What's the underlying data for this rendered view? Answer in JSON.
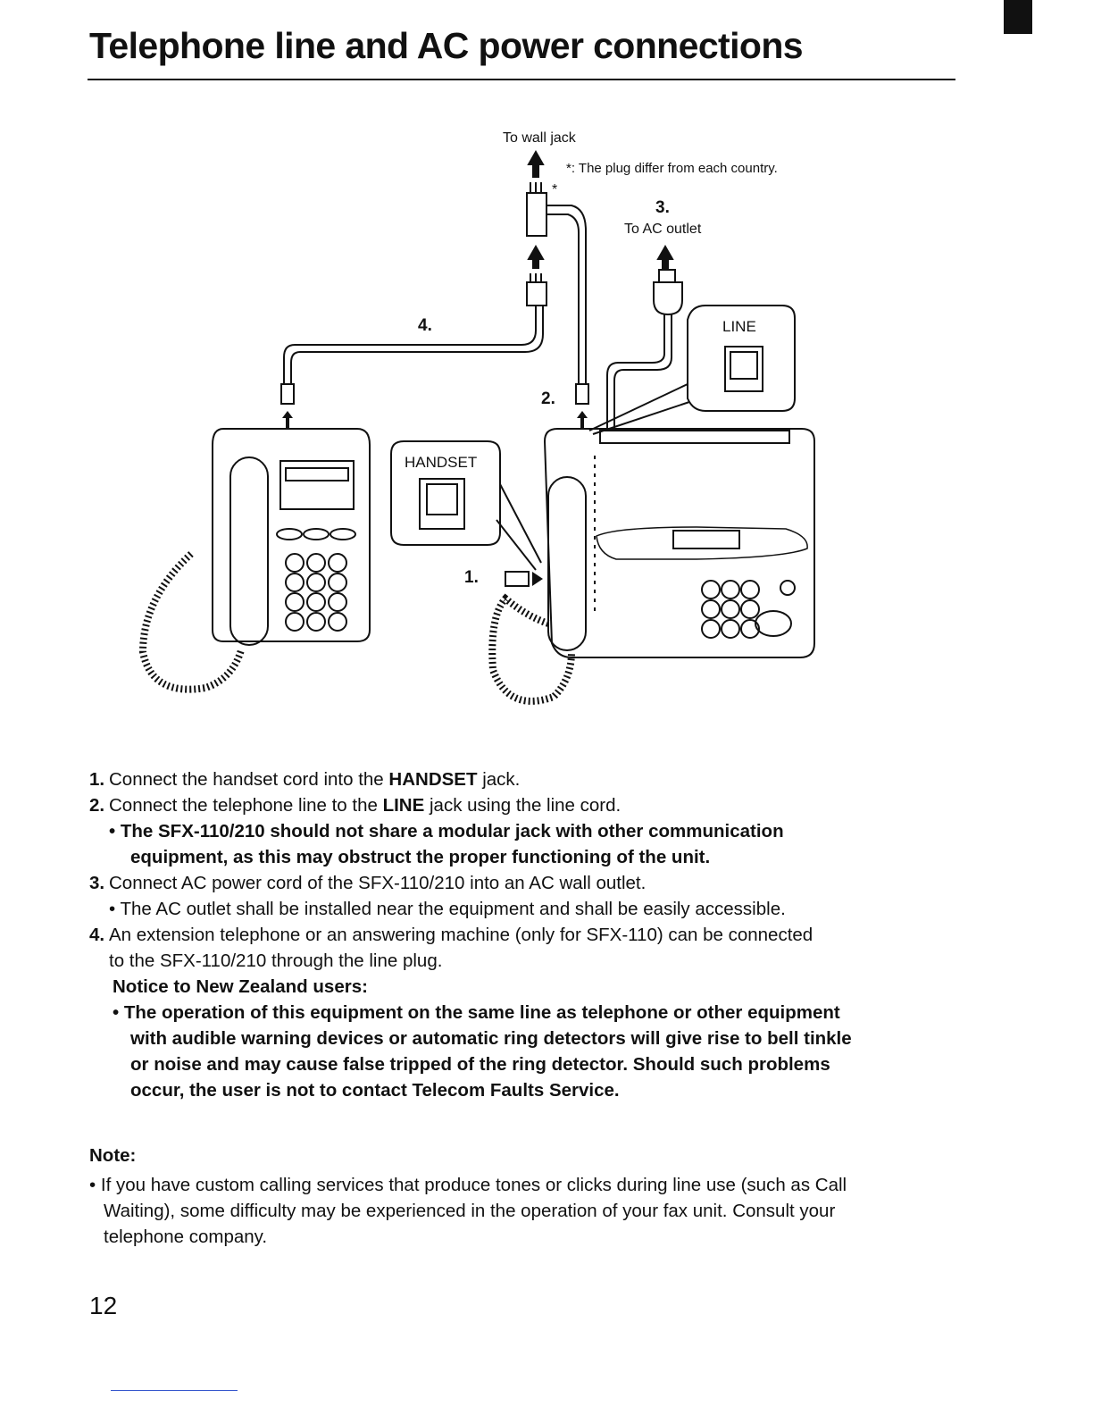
{
  "title": "Telephone line and AC power connections",
  "figure": {
    "to_wall_jack": "To wall jack",
    "plug_note": "*: The plug differ from each country.",
    "plug_asterisk": "*",
    "step3_num": "3.",
    "to_ac_outlet": "To AC outlet",
    "step4_num": "4.",
    "step2_num": "2.",
    "step1_num": "1.",
    "line_label": "LINE",
    "handset_label": "HANDSET"
  },
  "steps": {
    "s1": {
      "num": "1.",
      "text_a": "Connect the handset cord into the ",
      "bold": "HANDSET",
      "text_b": " jack."
    },
    "s2": {
      "num": "2.",
      "text_a": "Connect the telephone line to the ",
      "bold": "LINE",
      "text_b": " jack using the line cord.",
      "warn1": "• The SFX-110/210 should not share a modular jack with other communication",
      "warn2": "equipment, as this may obstruct the proper functioning of the unit."
    },
    "s3": {
      "num": "3.",
      "text": "Connect AC power cord of the SFX-110/210 into an AC wall outlet.",
      "bullet": "• The AC outlet shall be installed near the equipment and shall be easily accessible."
    },
    "s4": {
      "num": "4.",
      "text": "An extension telephone or an answering machine (only for SFX-110) can be connected",
      "text2": "to the SFX-110/210 through the line plug.",
      "nz_head": "Notice to New Zealand users:",
      "nz1": "• The operation of this equipment on the same line as telephone or other equipment",
      "nz2": "with audible warning devices or automatic ring detectors will give rise to bell tinkle",
      "nz3": "or noise  and may cause false tripped of the ring detector.  Should such problems",
      "nz4": "occur, the user is not to contact Telecom Faults Service."
    }
  },
  "note": {
    "head": "Note:",
    "line1": "• If you have custom calling services that produce tones or clicks during line use (such as Call",
    "line2": "Waiting), some difficulty may be experienced in the operation of your fax unit.  Consult your",
    "line3": "telephone company."
  },
  "page_number": "12"
}
